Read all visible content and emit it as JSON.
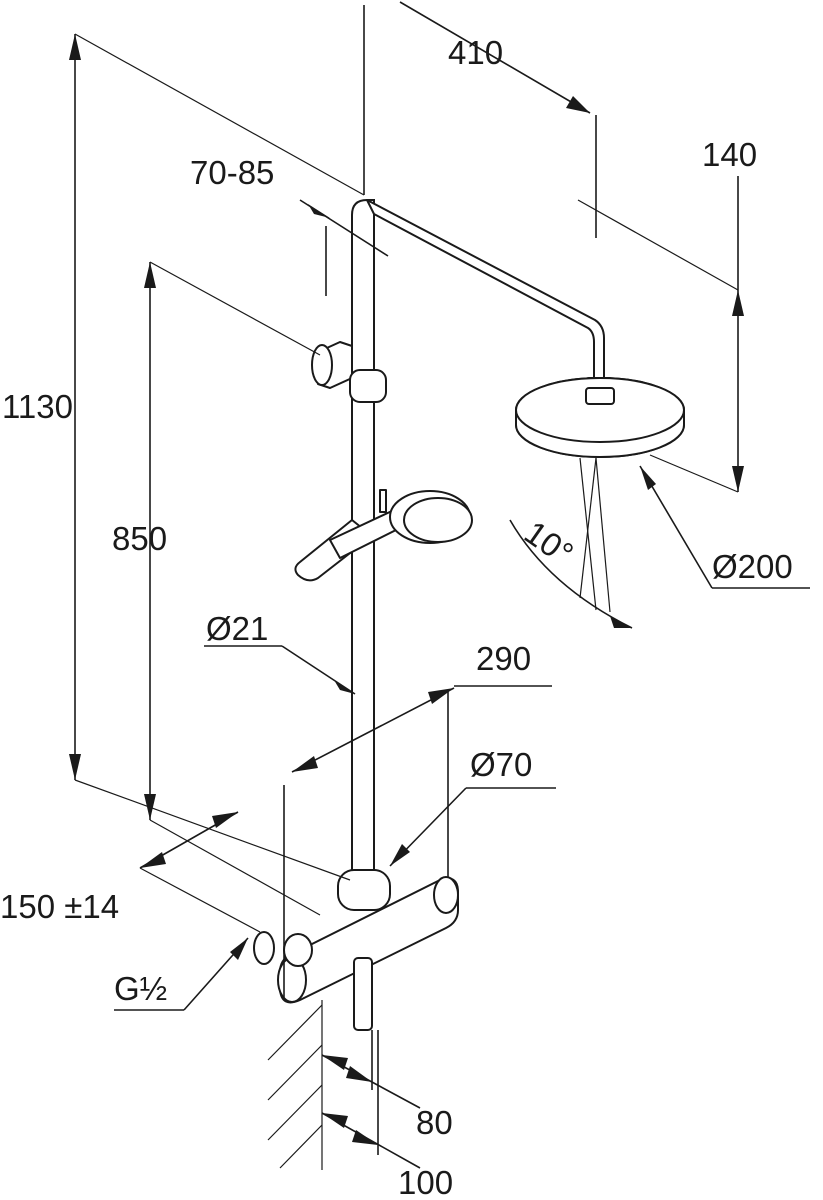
{
  "diagram": {
    "labels": {
      "d410": "410",
      "d140": "140",
      "d70_85": "70-85",
      "d1130": "1130",
      "d850": "850",
      "d10deg": "10°",
      "d200": "Ø200",
      "d21": "Ø21",
      "d290": "290",
      "d70": "Ø70",
      "d150": "150 ±14",
      "g12": "G½",
      "d80": "80",
      "d100": "100"
    }
  }
}
